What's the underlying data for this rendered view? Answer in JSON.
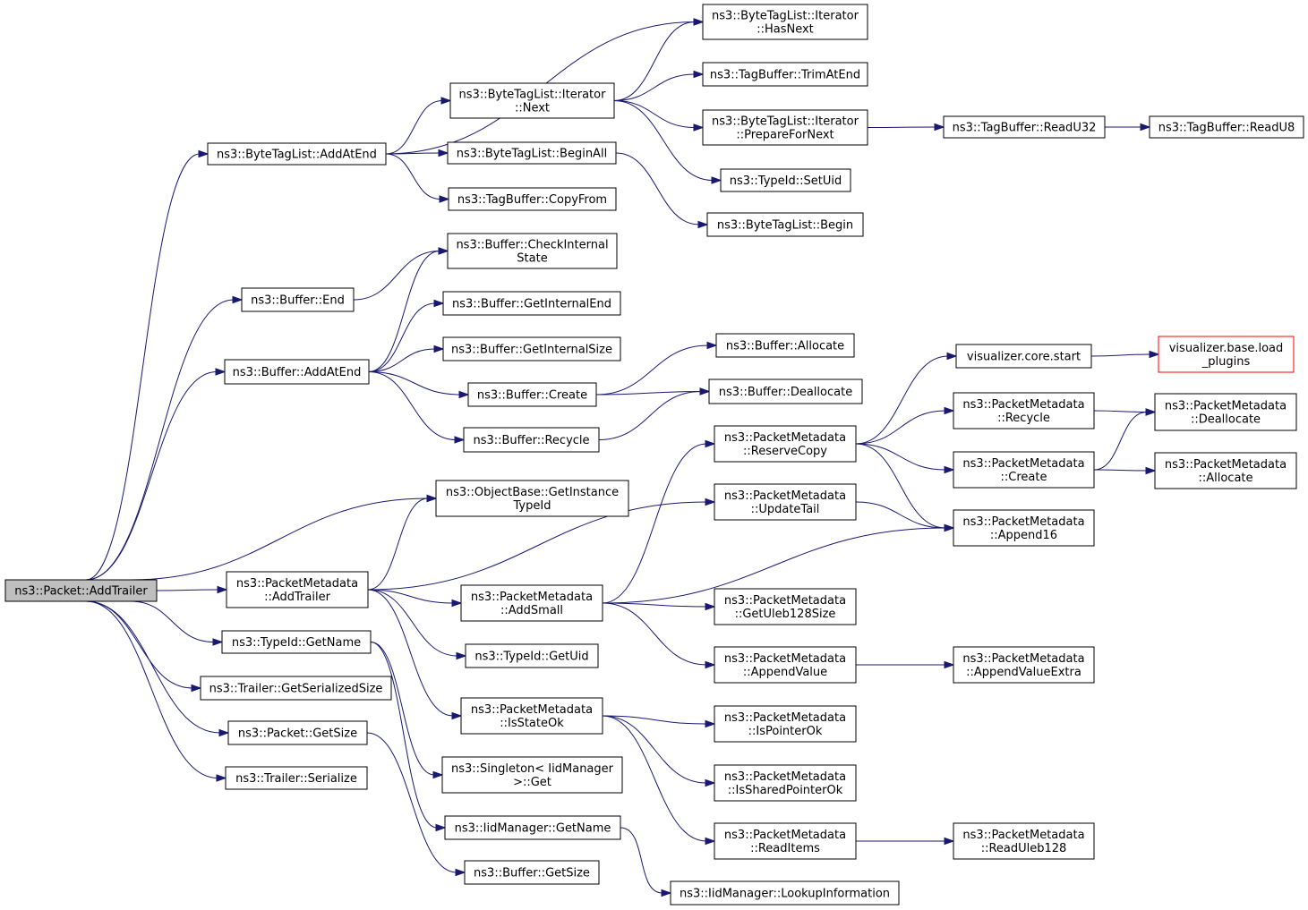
{
  "colors": {
    "edge": "#191970",
    "root_fill": "#bfbfbf",
    "node_fill": "#ffffff",
    "node_border": "#000000",
    "external_border": "#ff0000"
  },
  "nodes": [
    {
      "id": "n_add_trailer",
      "lines": [
        "ns3::Packet::AddTrailer"
      ],
      "style": "root"
    },
    {
      "id": "n_bytetaglist_addatend",
      "lines": [
        "ns3::ByteTagList::AddAtEnd"
      ]
    },
    {
      "id": "n_iter_hasnext",
      "lines": [
        "ns3::ByteTagList::Iterator",
        "::HasNext"
      ]
    },
    {
      "id": "n_iter_next",
      "lines": [
        "ns3::ByteTagList::Iterator",
        "::Next"
      ]
    },
    {
      "id": "n_tagbuffer_trimatend",
      "lines": [
        "ns3::TagBuffer::TrimAtEnd"
      ]
    },
    {
      "id": "n_iter_prepare",
      "lines": [
        "ns3::ByteTagList::Iterator",
        "::PrepareForNext"
      ]
    },
    {
      "id": "n_tagbuffer_readu32",
      "lines": [
        "ns3::TagBuffer::ReadU32"
      ]
    },
    {
      "id": "n_tagbuffer_readu8",
      "lines": [
        "ns3::TagBuffer::ReadU8"
      ]
    },
    {
      "id": "n_typeid_setuid",
      "lines": [
        "ns3::TypeId::SetUid"
      ]
    },
    {
      "id": "n_bytetaglist_beginall",
      "lines": [
        "ns3::ByteTagList::BeginAll"
      ]
    },
    {
      "id": "n_tagbuffer_copyfrom",
      "lines": [
        "ns3::TagBuffer::CopyFrom"
      ]
    },
    {
      "id": "n_bytetaglist_begin",
      "lines": [
        "ns3::ByteTagList::Begin"
      ]
    },
    {
      "id": "n_buffer_checkinternal",
      "lines": [
        "ns3::Buffer::CheckInternal",
        "State"
      ]
    },
    {
      "id": "n_buffer_end",
      "lines": [
        "ns3::Buffer::End"
      ]
    },
    {
      "id": "n_buffer_getinternalend",
      "lines": [
        "ns3::Buffer::GetInternalEnd"
      ]
    },
    {
      "id": "n_buffer_getinternalsize",
      "lines": [
        "ns3::Buffer::GetInternalSize"
      ]
    },
    {
      "id": "n_buffer_addatend",
      "lines": [
        "ns3::Buffer::AddAtEnd"
      ]
    },
    {
      "id": "n_buffer_allocate",
      "lines": [
        "ns3::Buffer::Allocate"
      ]
    },
    {
      "id": "n_buffer_create",
      "lines": [
        "ns3::Buffer::Create"
      ]
    },
    {
      "id": "n_buffer_deallocate",
      "lines": [
        "ns3::Buffer::Deallocate"
      ]
    },
    {
      "id": "n_buffer_recycle",
      "lines": [
        "ns3::Buffer::Recycle"
      ]
    },
    {
      "id": "n_vis_core_start",
      "lines": [
        "visualizer.core.start"
      ]
    },
    {
      "id": "n_vis_base_load",
      "lines": [
        "visualizer.base.load",
        "_plugins"
      ],
      "style": "external"
    },
    {
      "id": "n_pm_recycle",
      "lines": [
        "ns3::PacketMetadata",
        "::Recycle"
      ]
    },
    {
      "id": "n_pm_deallocate",
      "lines": [
        "ns3::PacketMetadata",
        "::Deallocate"
      ]
    },
    {
      "id": "n_pm_reservecopy",
      "lines": [
        "ns3::PacketMetadata",
        "::ReserveCopy"
      ]
    },
    {
      "id": "n_pm_create",
      "lines": [
        "ns3::PacketMetadata",
        "::Create"
      ]
    },
    {
      "id": "n_pm_allocate",
      "lines": [
        "ns3::PacketMetadata",
        "::Allocate"
      ]
    },
    {
      "id": "n_objectbase_getinstance",
      "lines": [
        "ns3::ObjectBase::GetInstance",
        "TypeId"
      ]
    },
    {
      "id": "n_pm_updatetail",
      "lines": [
        "ns3::PacketMetadata",
        "::UpdateTail"
      ]
    },
    {
      "id": "n_pm_append16",
      "lines": [
        "ns3::PacketMetadata",
        "::Append16"
      ]
    },
    {
      "id": "n_pm_addtrailer",
      "lines": [
        "ns3::PacketMetadata",
        "::AddTrailer"
      ]
    },
    {
      "id": "n_pm_addsmall",
      "lines": [
        "ns3::PacketMetadata",
        "::AddSmall"
      ]
    },
    {
      "id": "n_pm_getuleb128size",
      "lines": [
        "ns3::PacketMetadata",
        "::GetUleb128Size"
      ]
    },
    {
      "id": "n_typeid_getname",
      "lines": [
        "ns3::TypeId::GetName"
      ]
    },
    {
      "id": "n_typeid_getuid",
      "lines": [
        "ns3::TypeId::GetUid"
      ]
    },
    {
      "id": "n_pm_appendvalue",
      "lines": [
        "ns3::PacketMetadata",
        "::AppendValue"
      ]
    },
    {
      "id": "n_pm_appendvalueextra",
      "lines": [
        "ns3::PacketMetadata",
        "::AppendValueExtra"
      ]
    },
    {
      "id": "n_trailer_getserializedsize",
      "lines": [
        "ns3::Trailer::GetSerializedSize"
      ]
    },
    {
      "id": "n_pm_isstateok",
      "lines": [
        "ns3::PacketMetadata",
        "::IsStateOk"
      ]
    },
    {
      "id": "n_pm_ispointerok",
      "lines": [
        "ns3::PacketMetadata",
        "::IsPointerOk"
      ]
    },
    {
      "id": "n_packet_getsize",
      "lines": [
        "ns3::Packet::GetSize"
      ]
    },
    {
      "id": "n_singleton_get",
      "lines": [
        "ns3::Singleton< IidManager",
        ">::Get"
      ]
    },
    {
      "id": "n_pm_issharedpointerok",
      "lines": [
        "ns3::PacketMetadata",
        "::IsSharedPointerOk"
      ]
    },
    {
      "id": "n_trailer_serialize",
      "lines": [
        "ns3::Trailer::Serialize"
      ]
    },
    {
      "id": "n_iidmanager_getname",
      "lines": [
        "ns3::IidManager::GetName"
      ]
    },
    {
      "id": "n_pm_readitems",
      "lines": [
        "ns3::PacketMetadata",
        "::ReadItems"
      ]
    },
    {
      "id": "n_pm_readuleb128",
      "lines": [
        "ns3::PacketMetadata",
        "::ReadUleb128"
      ]
    },
    {
      "id": "n_buffer_getsize",
      "lines": [
        "ns3::Buffer::GetSize"
      ]
    },
    {
      "id": "n_iidmanager_lookup",
      "lines": [
        "ns3::IidManager::LookupInformation"
      ]
    }
  ],
  "edges": [
    [
      "n_add_trailer",
      "n_bytetaglist_addatend"
    ],
    [
      "n_add_trailer",
      "n_buffer_end"
    ],
    [
      "n_add_trailer",
      "n_buffer_addatend"
    ],
    [
      "n_add_trailer",
      "n_objectbase_getinstance"
    ],
    [
      "n_add_trailer",
      "n_pm_addtrailer"
    ],
    [
      "n_add_trailer",
      "n_typeid_getname"
    ],
    [
      "n_add_trailer",
      "n_trailer_getserializedsize"
    ],
    [
      "n_add_trailer",
      "n_packet_getsize"
    ],
    [
      "n_add_trailer",
      "n_trailer_serialize"
    ],
    [
      "n_bytetaglist_addatend",
      "n_iter_hasnext"
    ],
    [
      "n_bytetaglist_addatend",
      "n_iter_next"
    ],
    [
      "n_bytetaglist_addatend",
      "n_bytetaglist_beginall"
    ],
    [
      "n_bytetaglist_addatend",
      "n_tagbuffer_copyfrom"
    ],
    [
      "n_iter_next",
      "n_iter_hasnext"
    ],
    [
      "n_iter_next",
      "n_tagbuffer_trimatend"
    ],
    [
      "n_iter_next",
      "n_iter_prepare"
    ],
    [
      "n_iter_next",
      "n_typeid_setuid"
    ],
    [
      "n_iter_prepare",
      "n_tagbuffer_readu32"
    ],
    [
      "n_tagbuffer_readu32",
      "n_tagbuffer_readu8"
    ],
    [
      "n_bytetaglist_beginall",
      "n_bytetaglist_begin"
    ],
    [
      "n_buffer_end",
      "n_buffer_checkinternal"
    ],
    [
      "n_buffer_addatend",
      "n_buffer_checkinternal"
    ],
    [
      "n_buffer_addatend",
      "n_buffer_getinternalend"
    ],
    [
      "n_buffer_addatend",
      "n_buffer_getinternalsize"
    ],
    [
      "n_buffer_addatend",
      "n_buffer_create"
    ],
    [
      "n_buffer_addatend",
      "n_buffer_recycle"
    ],
    [
      "n_buffer_create",
      "n_buffer_allocate"
    ],
    [
      "n_buffer_create",
      "n_buffer_deallocate"
    ],
    [
      "n_buffer_recycle",
      "n_buffer_deallocate"
    ],
    [
      "n_vis_core_start",
      "n_vis_base_load"
    ],
    [
      "n_pm_reservecopy",
      "n_vis_core_start"
    ],
    [
      "n_pm_reservecopy",
      "n_pm_recycle"
    ],
    [
      "n_pm_reservecopy",
      "n_pm_create"
    ],
    [
      "n_pm_reservecopy",
      "n_pm_append16"
    ],
    [
      "n_pm_recycle",
      "n_pm_deallocate"
    ],
    [
      "n_pm_create",
      "n_pm_deallocate"
    ],
    [
      "n_pm_create",
      "n_pm_allocate"
    ],
    [
      "n_pm_updatetail",
      "n_pm_append16"
    ],
    [
      "n_pm_addtrailer",
      "n_objectbase_getinstance"
    ],
    [
      "n_pm_addtrailer",
      "n_pm_updatetail"
    ],
    [
      "n_pm_addtrailer",
      "n_pm_addsmall"
    ],
    [
      "n_pm_addtrailer",
      "n_typeid_getuid"
    ],
    [
      "n_pm_addtrailer",
      "n_pm_isstateok"
    ],
    [
      "n_pm_addsmall",
      "n_pm_reservecopy"
    ],
    [
      "n_pm_addsmall",
      "n_pm_append16"
    ],
    [
      "n_pm_addsmall",
      "n_pm_getuleb128size"
    ],
    [
      "n_pm_addsmall",
      "n_pm_appendvalue"
    ],
    [
      "n_pm_appendvalue",
      "n_pm_appendvalueextra"
    ],
    [
      "n_typeid_getname",
      "n_singleton_get"
    ],
    [
      "n_typeid_getname",
      "n_iidmanager_getname"
    ],
    [
      "n_pm_isstateok",
      "n_pm_ispointerok"
    ],
    [
      "n_pm_isstateok",
      "n_pm_issharedpointerok"
    ],
    [
      "n_pm_isstateok",
      "n_pm_readitems"
    ],
    [
      "n_pm_readitems",
      "n_pm_readuleb128"
    ],
    [
      "n_packet_getsize",
      "n_buffer_getsize"
    ],
    [
      "n_iidmanager_getname",
      "n_iidmanager_lookup"
    ]
  ]
}
